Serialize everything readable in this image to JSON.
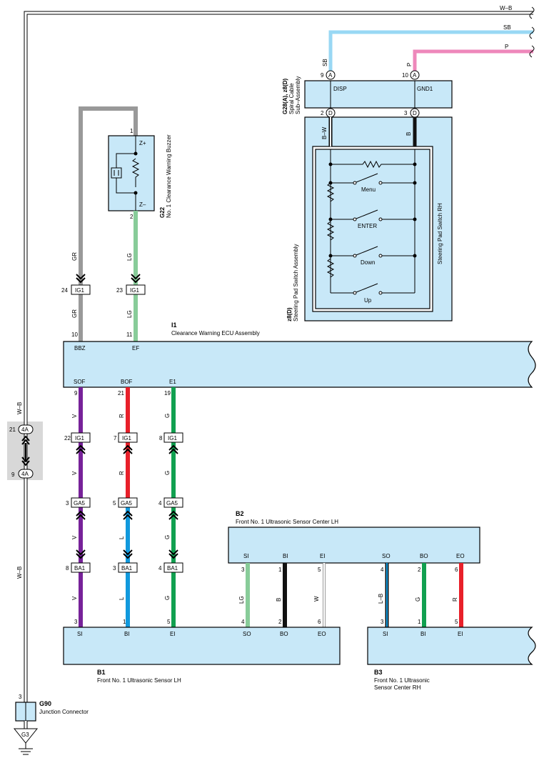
{
  "colors": {
    "W-B": "#ffffff",
    "SB": "#99d8f4",
    "P": "#ee88bb",
    "GR": "#999999",
    "LG": "#88cc99",
    "V": "#772299",
    "R": "#e8202a",
    "G": "#11a050",
    "L": "#1199dd",
    "B": "#111111",
    "W": "#ffffff",
    "L-B": "#1199dd",
    "component_fill": "#c8e8f8",
    "shade": "#d8d8d8"
  },
  "wires_top": {
    "wb": "W–B",
    "sb": "SB",
    "p": "P"
  },
  "spiral": {
    "codes": "G28(A), z8(D)",
    "name1": "Spiral Cable",
    "name2": "Sub–Assembly",
    "pin_a9": "9",
    "pin_a10": "10",
    "conn_a": "A",
    "pin_d2": "2",
    "pin_d3": "3",
    "conn_d": "D",
    "t_disp": "DISP",
    "t_gnd1": "GND1",
    "w_sb": "SB",
    "w_p": "P",
    "w_bw": "B–W",
    "w_b": "B"
  },
  "steering": {
    "code": "z8(D)",
    "name": "Steering Pad Switch Assembly",
    "inner": "Steering Pad Switch RH",
    "sw": [
      "Menu",
      "ENTER",
      "Down",
      "Up"
    ]
  },
  "buzzer": {
    "code": "G22",
    "name": "No. 1 Clearance Warning Buzzer",
    "pin1": "1",
    "pin2": "2",
    "zp": "Z+",
    "zm": "Z–"
  },
  "ig1_top": [
    {
      "wire": "GR",
      "pin": "24",
      "conn": "IG1",
      "pin_ecu": "10"
    },
    {
      "wire": "LG",
      "pin": "23",
      "conn": "IG1",
      "pin_ecu": "11"
    }
  ],
  "ecu": {
    "code": "I1",
    "name": "Clearance Warning ECU Assembly",
    "t_bbz": "BBZ",
    "t_ef": "EF",
    "t_sof": "SOF",
    "t_bof": "BOF",
    "t_e1": "E1",
    "p_sof": "9",
    "p_bof": "21",
    "p_e1": "19"
  },
  "chain": [
    {
      "w1": "V",
      "ig": "22",
      "w2": "V",
      "ga": "3",
      "w3": "V",
      "ba": "8",
      "w4": "V",
      "pin": "3",
      "term": "SI"
    },
    {
      "w1": "R",
      "ig": "7",
      "w2": "R",
      "ga": "5",
      "w3": "L",
      "ba": "3",
      "w4": "L",
      "pin": "1",
      "term": "BI"
    },
    {
      "w1": "G",
      "ig": "8",
      "w2": "G",
      "ga": "4",
      "w3": "G",
      "ba": "4",
      "w4": "G",
      "pin": "5",
      "term": "EI"
    }
  ],
  "conn_names": {
    "ig1": "IG1",
    "ga5": "GA5",
    "ba1": "BA1"
  },
  "jc4a": {
    "wire": "W–B",
    "pin_top": "21",
    "pin_bot": "9",
    "conn": "4A",
    "wire2": "W–B"
  },
  "b1": {
    "code": "B1",
    "name": "Front No.  1 Ultrasonic Sensor LH"
  },
  "b2": {
    "code": "B2",
    "name": "Front No.  1 Ultrasonic Sensor Center LH",
    "terms": [
      "SI",
      "BI",
      "EI",
      "SO",
      "BO",
      "EO"
    ],
    "pins_top": [
      "3",
      "1",
      "5",
      "4",
      "2",
      "6"
    ],
    "wires": [
      "LG",
      "B",
      "W",
      "L–B",
      "G",
      "R"
    ],
    "pins_bot": [
      "4",
      "2",
      "6",
      "3",
      "1",
      "5"
    ]
  },
  "b1_terms": [
    "SO",
    "BO",
    "EO"
  ],
  "b3": {
    "code": "B3",
    "name1": "Front No.  1 Ultrasonic",
    "name2": "Sensor Center RH",
    "terms": [
      "SI",
      "BI",
      "EI"
    ]
  },
  "g90": {
    "code": "G90",
    "name": "Junction Connector",
    "pin": "3",
    "ground": "G3"
  }
}
